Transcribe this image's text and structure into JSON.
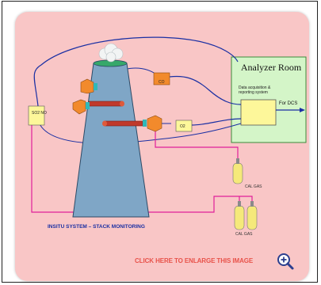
{
  "diagram": {
    "analyzer_room_title": "Analyzer Room",
    "daq_label": "Data acquisition & reporting system",
    "dcs_label": "For DCS",
    "co_label": "CO",
    "o2_label": "O2",
    "so2_label": "SO2 NO",
    "cal_gas_single": "CAL GAS",
    "cal_gas_double": "CAL GAS",
    "system_title": "INSITU SYSTEM – STACK MONITORING"
  },
  "footer": {
    "enlarge_link": "CLICK HERE TO ENLARGE THIS IMAGE",
    "zoom_icon": "magnifier-plus-icon"
  },
  "colors": {
    "card_background": "#f9c6c6",
    "stack_fill": "#7fa6c6",
    "analyzer_room_fill": "#d4f5c8",
    "daq_box_fill": "#fdf79a",
    "signal_line": "#1a2fa3",
    "cal_line": "#e0209a",
    "enlarge_text": "#e8524a"
  }
}
